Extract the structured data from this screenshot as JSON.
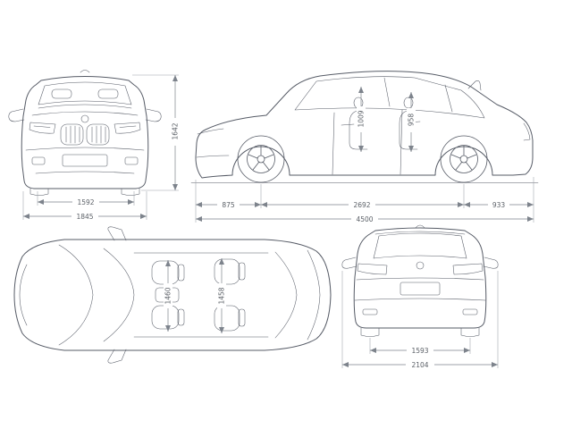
{
  "colors": {
    "background": "#ffffff",
    "line": "#565b66",
    "dimension_line": "#7d838c",
    "dimension_text": "#5b6067"
  },
  "views": {
    "front": {
      "dims": {
        "track_width": "1592",
        "overall_width": "1845",
        "overall_height": "1642"
      }
    },
    "side": {
      "dims": {
        "front_overhang": "875",
        "wheelbase": "2692",
        "rear_overhang": "933",
        "overall_length": "4500",
        "front_interior_height": "1009",
        "rear_interior_height": "958"
      }
    },
    "top": {
      "dims": {
        "front_interior_width": "1460",
        "rear_interior_width": "1458"
      }
    },
    "rear": {
      "dims": {
        "track_width": "1593",
        "overall_width_mirrors": "2104"
      }
    }
  }
}
